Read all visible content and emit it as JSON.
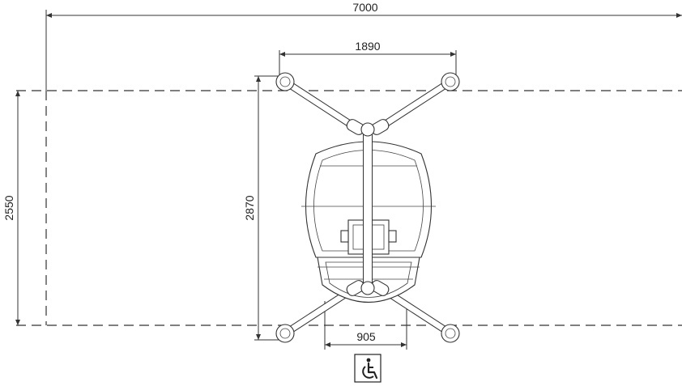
{
  "dimensions": {
    "overall_length": "7000",
    "top_span": "1890",
    "overall_width": "2550",
    "frame_height": "2870",
    "seat_width": "905"
  },
  "icons": {
    "accessibility": "wheelchair-icon"
  },
  "colors": {
    "line": "#333333",
    "background": "#ffffff"
  }
}
